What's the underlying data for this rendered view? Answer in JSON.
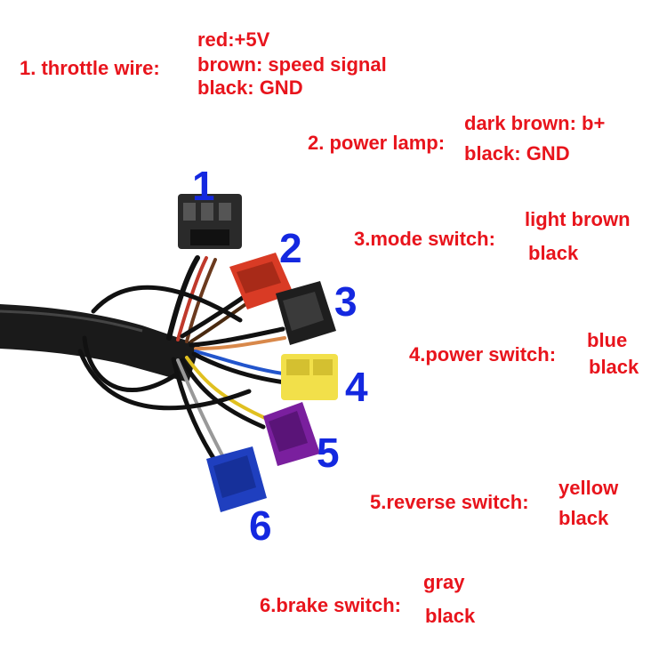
{
  "colors": {
    "label_text": "#e8141c",
    "number_text": "#1428e0",
    "sleeve": "#1a1a1a",
    "connector_1": "#2a2a2a",
    "connector_2": "#d93b25",
    "connector_3": "#1e1e1e",
    "connector_4": "#f2e04a",
    "connector_5": "#7a1f9e",
    "connector_6": "#1f3fbf"
  },
  "connectors": [
    {
      "number": "1",
      "color_name": "black-connector",
      "title": "1. throttle wire:",
      "wires": [
        "red:+5V",
        "brown: speed signal",
        "black: GND"
      ]
    },
    {
      "number": "2",
      "color_name": "red-connector",
      "title": "2. power lamp:",
      "wires": [
        "dark brown: b+",
        "black: GND"
      ]
    },
    {
      "number": "3",
      "color_name": "black-connector",
      "title": "3.mode switch:",
      "wires": [
        "light brown",
        "black"
      ]
    },
    {
      "number": "4",
      "color_name": "yellow-connector",
      "title": "4.power switch:",
      "wires": [
        "blue",
        "black"
      ]
    },
    {
      "number": "5",
      "color_name": "purple-connector",
      "title": "5.reverse switch:",
      "wires": [
        "yellow",
        "black"
      ]
    },
    {
      "number": "6",
      "color_name": "blue-connector",
      "title": "6.brake switch:",
      "wires": [
        "gray",
        "black"
      ]
    }
  ]
}
